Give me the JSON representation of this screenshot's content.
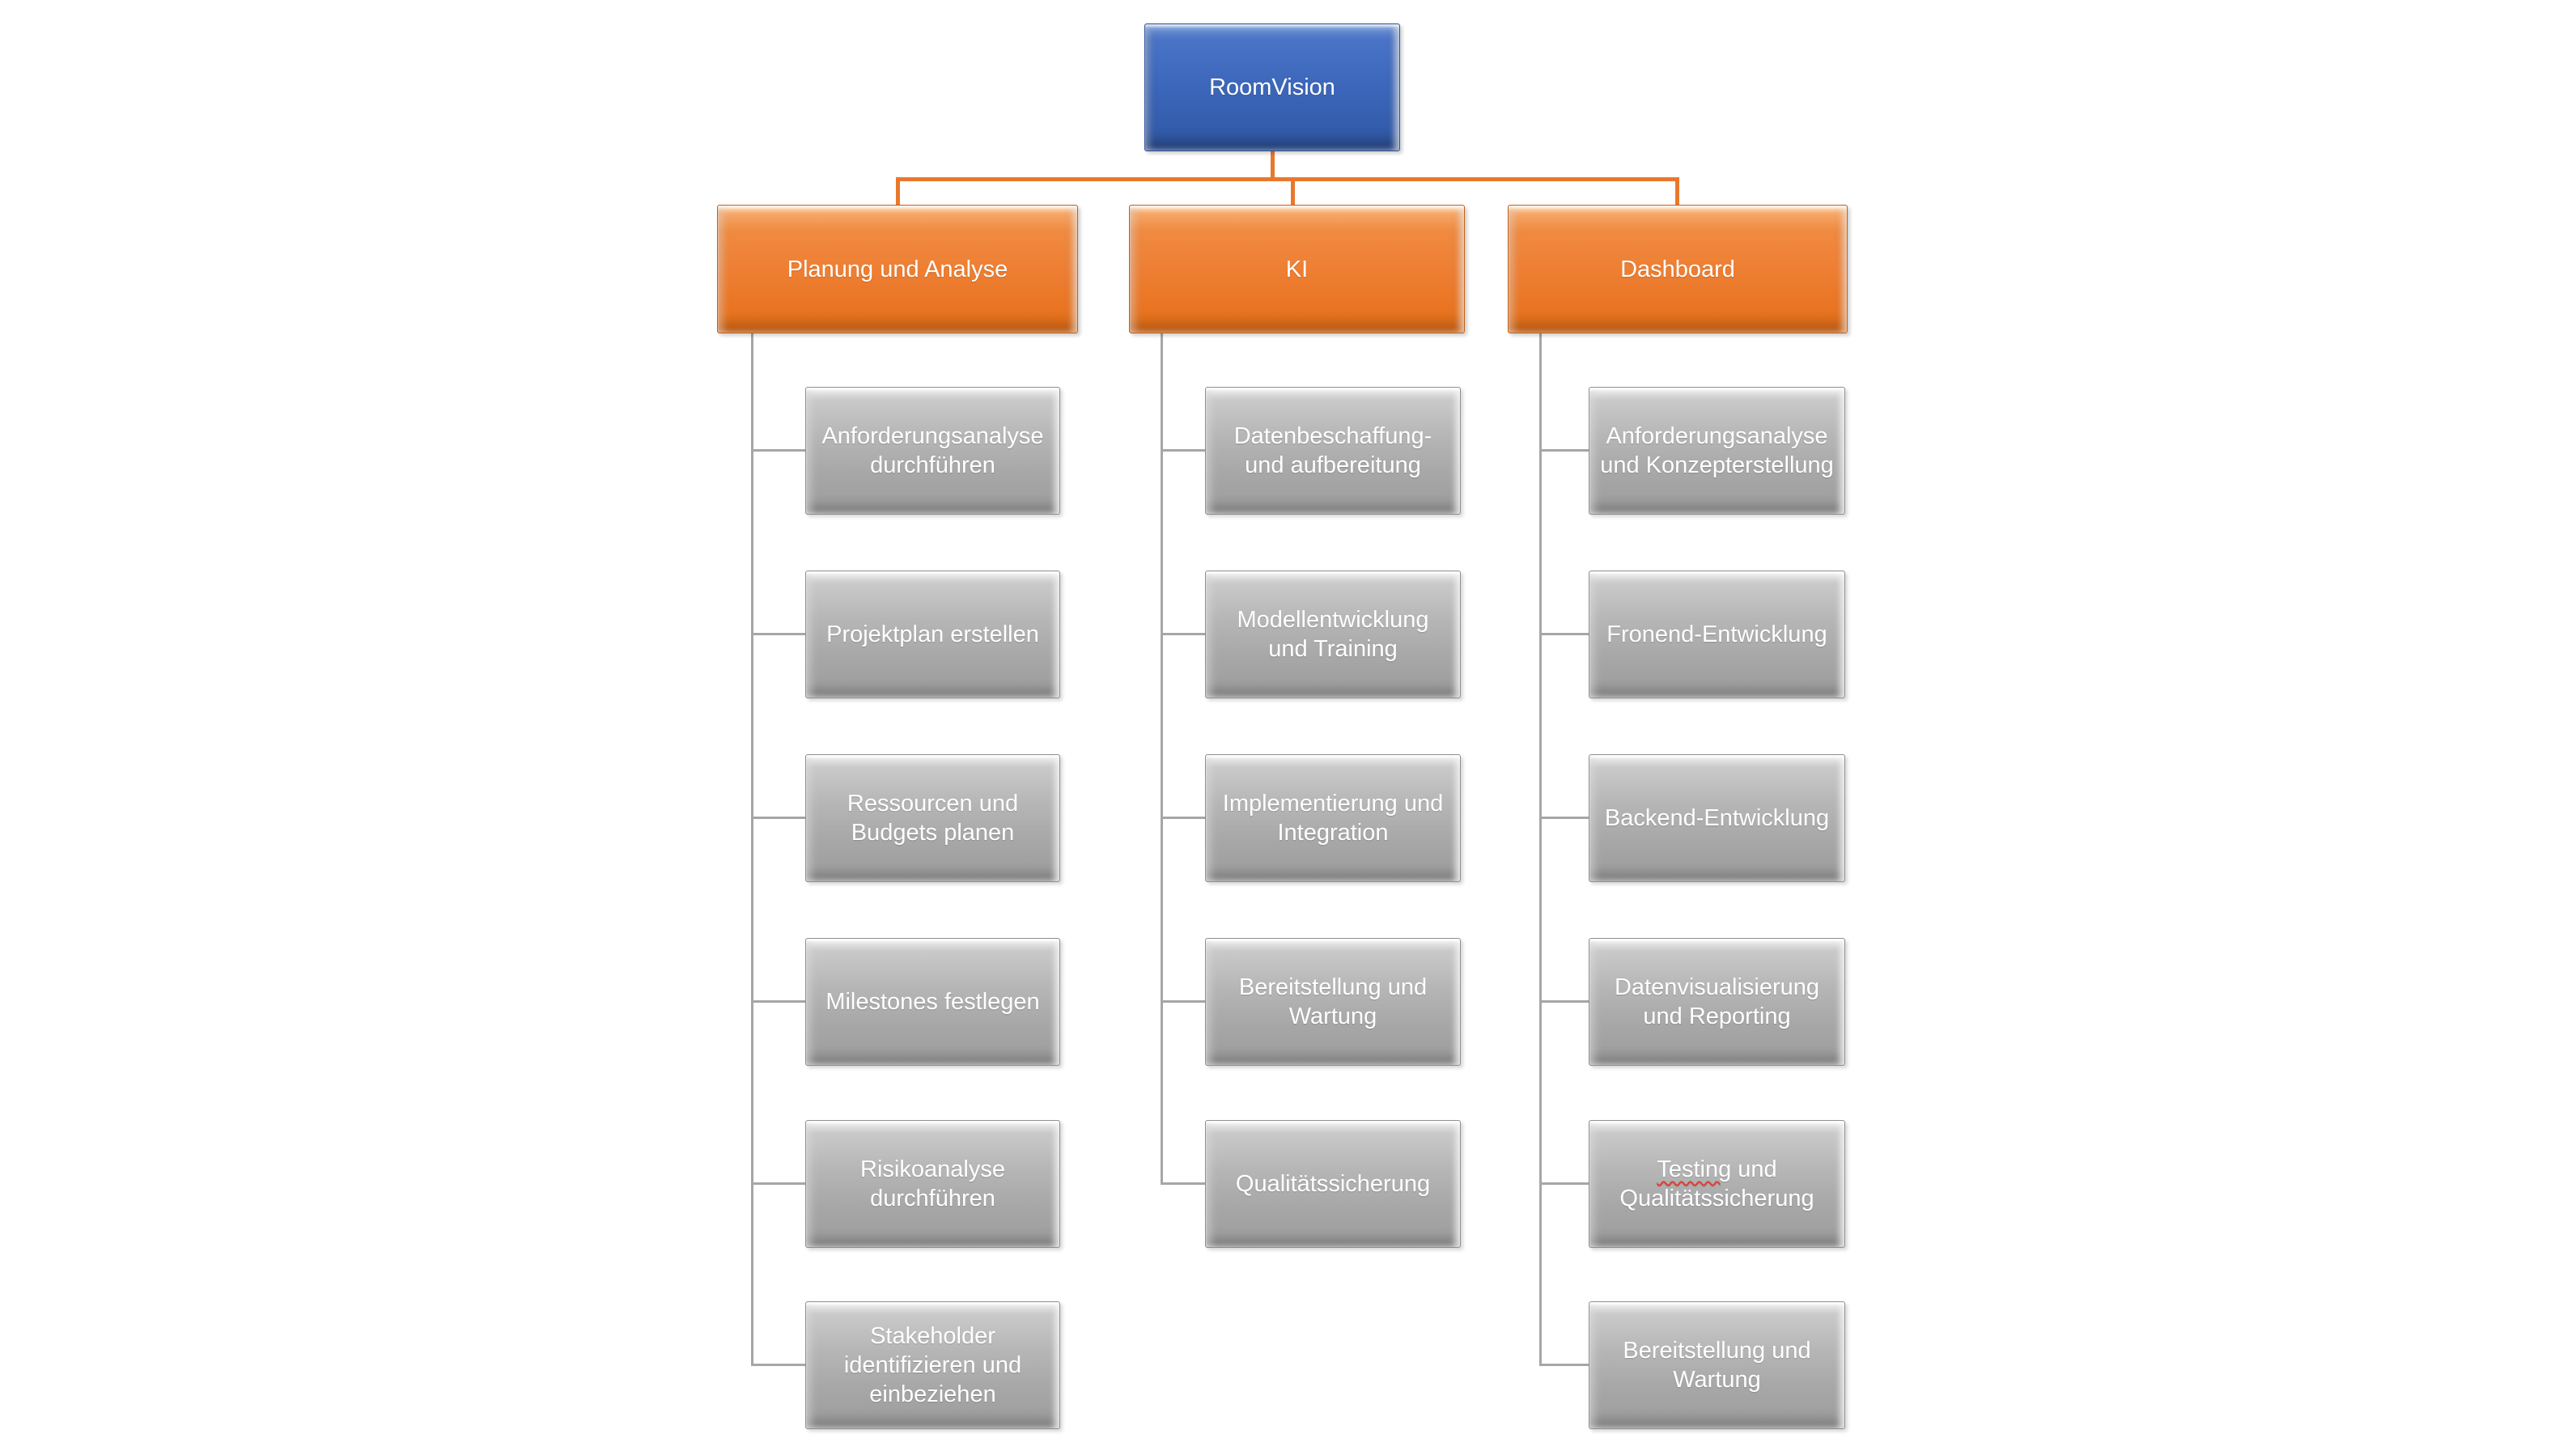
{
  "diagram": {
    "root": {
      "label": "RoomVision"
    },
    "branches": [
      {
        "label": "Planung und Analyse",
        "children": [
          {
            "label": "Anforderungsanalyse\ndurchführen"
          },
          {
            "label": "Projektplan erstellen"
          },
          {
            "label": "Ressourcen und\nBudgets planen"
          },
          {
            "label": "Milestones festlegen"
          },
          {
            "label": "Risikoanalyse\ndurchführen"
          },
          {
            "label": "Stakeholder\nidentifizieren und\neinbeziehen"
          }
        ]
      },
      {
        "label": "KI",
        "children": [
          {
            "label": "Datenbeschaffung-\nund aufbereitung"
          },
          {
            "label": "Modellentwicklung\nund Training"
          },
          {
            "label": "Implementierung und\nIntegration"
          },
          {
            "label": "Bereitstellung und\nWartung"
          },
          {
            "label": "Qualitätssicherung"
          }
        ]
      },
      {
        "label": "Dashboard",
        "children": [
          {
            "label": "Anforderungsanalyse\nund Konzepterstellung"
          },
          {
            "label": "Fronend-Entwicklung"
          },
          {
            "label": "Backend-Entwicklung"
          },
          {
            "label": "Datenvisualisierung\nund Reporting"
          },
          {
            "label": "Testing und\nQualitätssicherung",
            "misspelled_word": "Testing"
          },
          {
            "label": "Bereitstellung und\nWartung"
          }
        ]
      }
    ],
    "colors": {
      "root_fill": "#3D68BC",
      "branch_fill": "#ED7D31",
      "child_fill": "#A9A9A9",
      "orange_connector": "#E8792B",
      "gray_connector": "#A6A6A6",
      "text": "#FFFFFF",
      "spellcheck_underline": "#E03C31"
    }
  }
}
